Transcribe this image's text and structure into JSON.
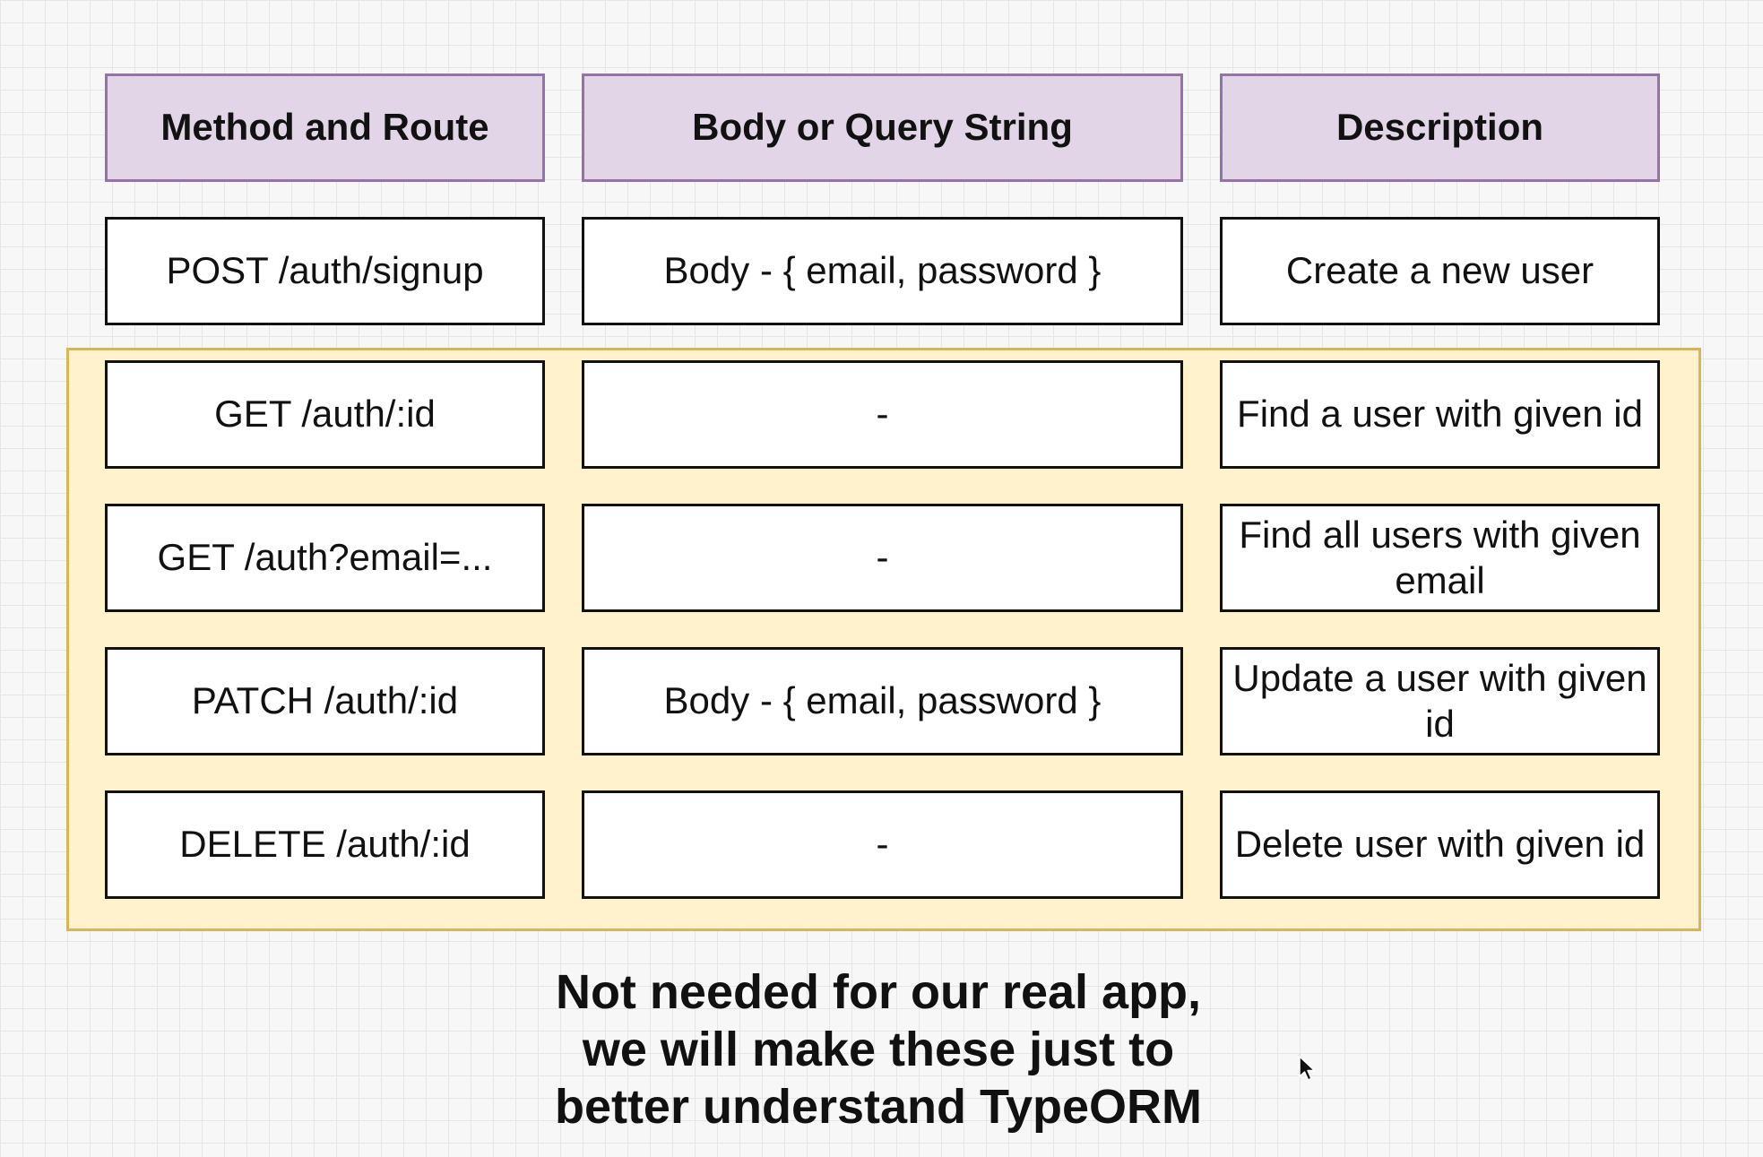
{
  "headers": [
    "Method and Route",
    "Body or Query String",
    "Description"
  ],
  "rows": [
    {
      "route": "POST /auth/signup",
      "body": "Body - { email, password }",
      "description": "Create a new user"
    },
    {
      "route": "GET /auth/:id",
      "body": "-",
      "description": "Find a user with given id"
    },
    {
      "route": "GET /auth?email=...",
      "body": "-",
      "description": "Find all users with given email"
    },
    {
      "route": "PATCH /auth/:id",
      "body": "Body - { email, password }",
      "description": "Update a user with given id"
    },
    {
      "route": "DELETE /auth/:id",
      "body": "-",
      "description": "Delete user with given id"
    }
  ],
  "note_lines": [
    "Not needed for our real app,",
    "we will make these just to",
    "better understand TypeORM"
  ],
  "colors": {
    "header_fill": "#e1d5e7",
    "header_border": "#9673a6",
    "highlight_fill": "#fff2cc",
    "highlight_border": "#d6b656"
  },
  "icons": {
    "cursor": "arrow-cursor-icon"
  }
}
